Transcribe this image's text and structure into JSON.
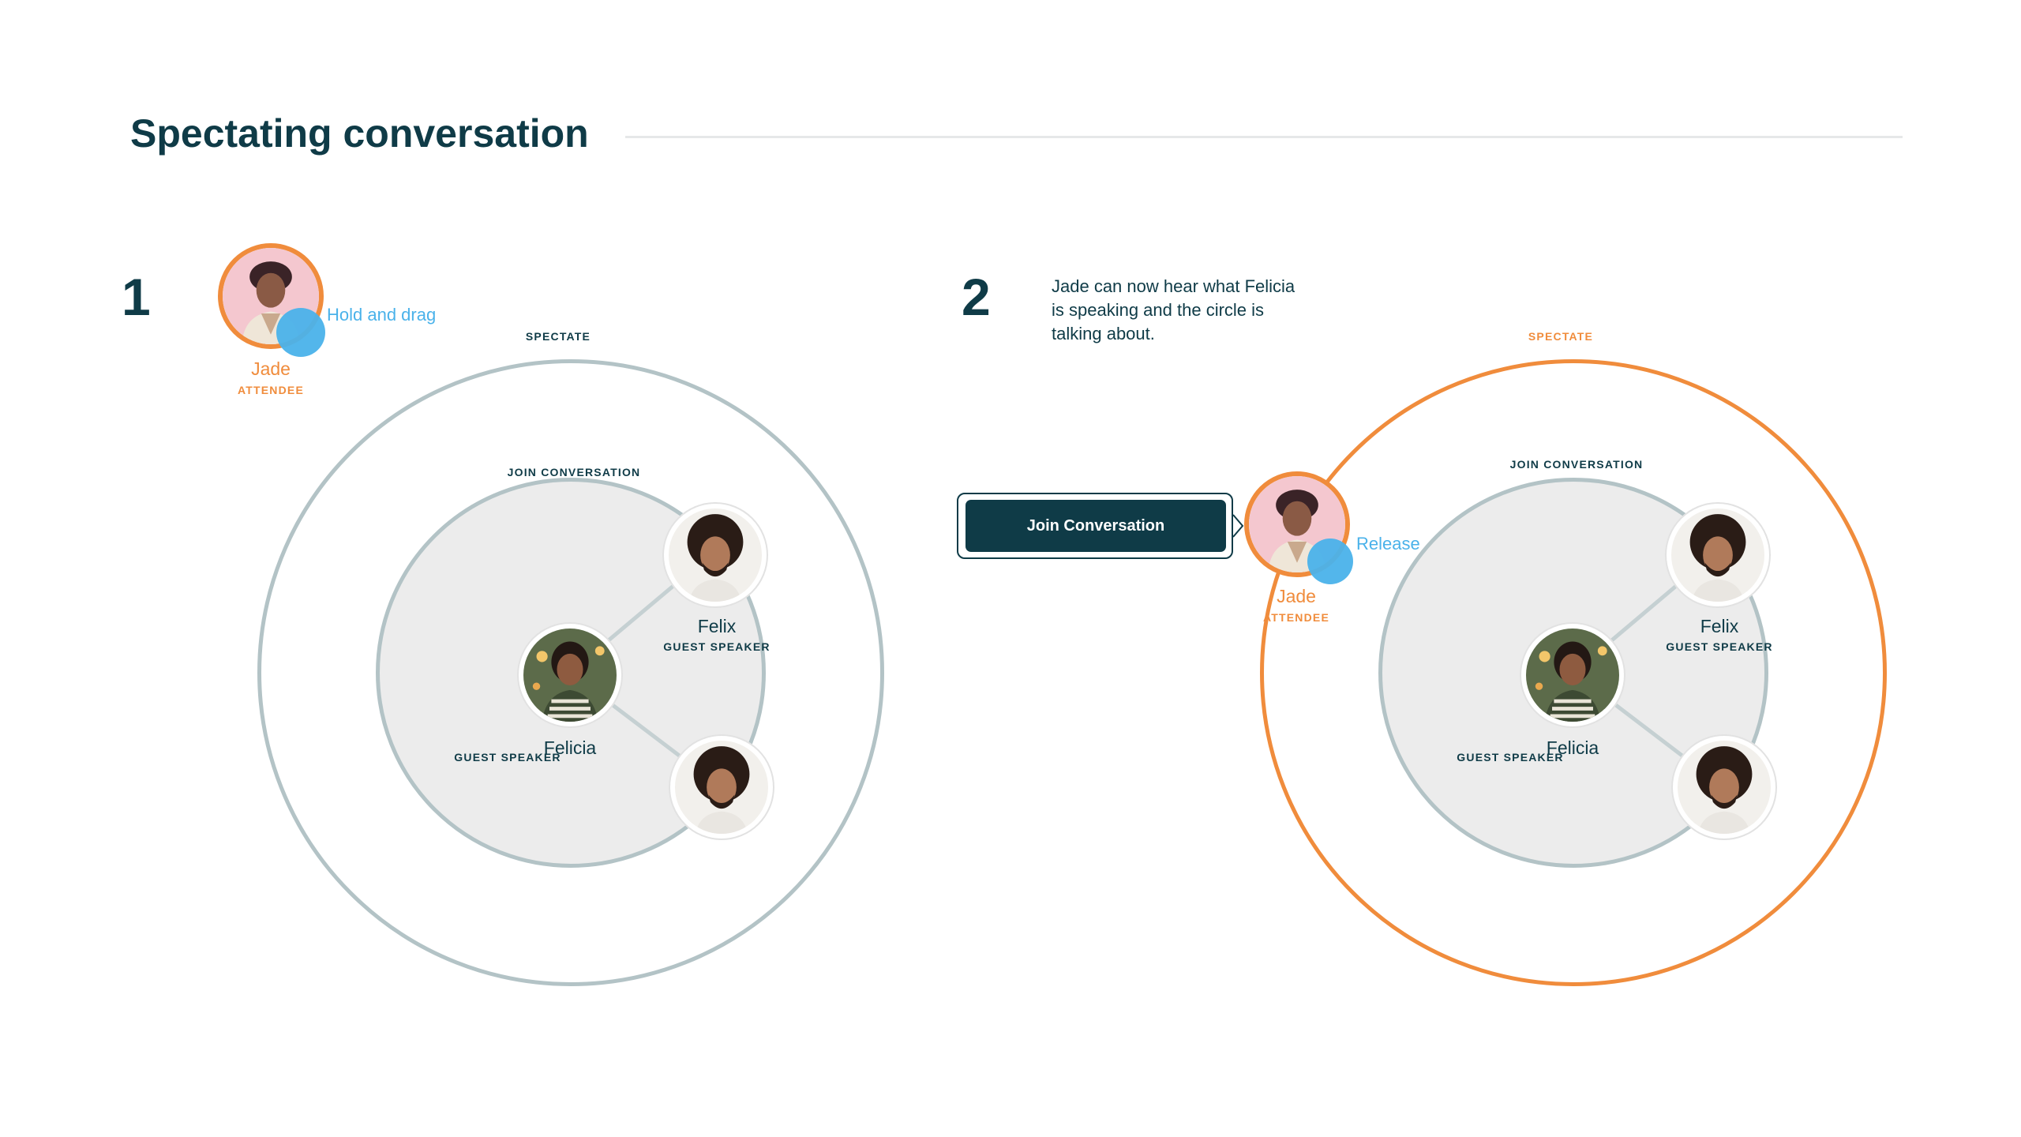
{
  "title": "Spectating conversation",
  "step1": {
    "number": "1",
    "hint": "Hold and drag",
    "spectate_label": "SPECTATE",
    "join_label": "JOIN CONVERSATION"
  },
  "step2": {
    "number": "2",
    "description": "Jade can now hear what Felicia is speaking and the circle is talking about.",
    "hint": "Release",
    "spectate_label": "SPECTATE",
    "join_label": "JOIN CONVERSATION",
    "join_button": "Join Conversation"
  },
  "people": {
    "jade": {
      "name": "Jade",
      "role": "ATTENDEE"
    },
    "felix": {
      "name": "Felix",
      "role": "GUEST SPEAKER"
    },
    "felicia": {
      "name": "Felicia",
      "role": "GUEST SPEAKER"
    }
  },
  "colors": {
    "navy": "#0f3b47",
    "orange": "#f08c3c",
    "blue": "#4ab2ea",
    "ring_gray": "#b3c3c6",
    "inner_fill": "#ececec"
  }
}
